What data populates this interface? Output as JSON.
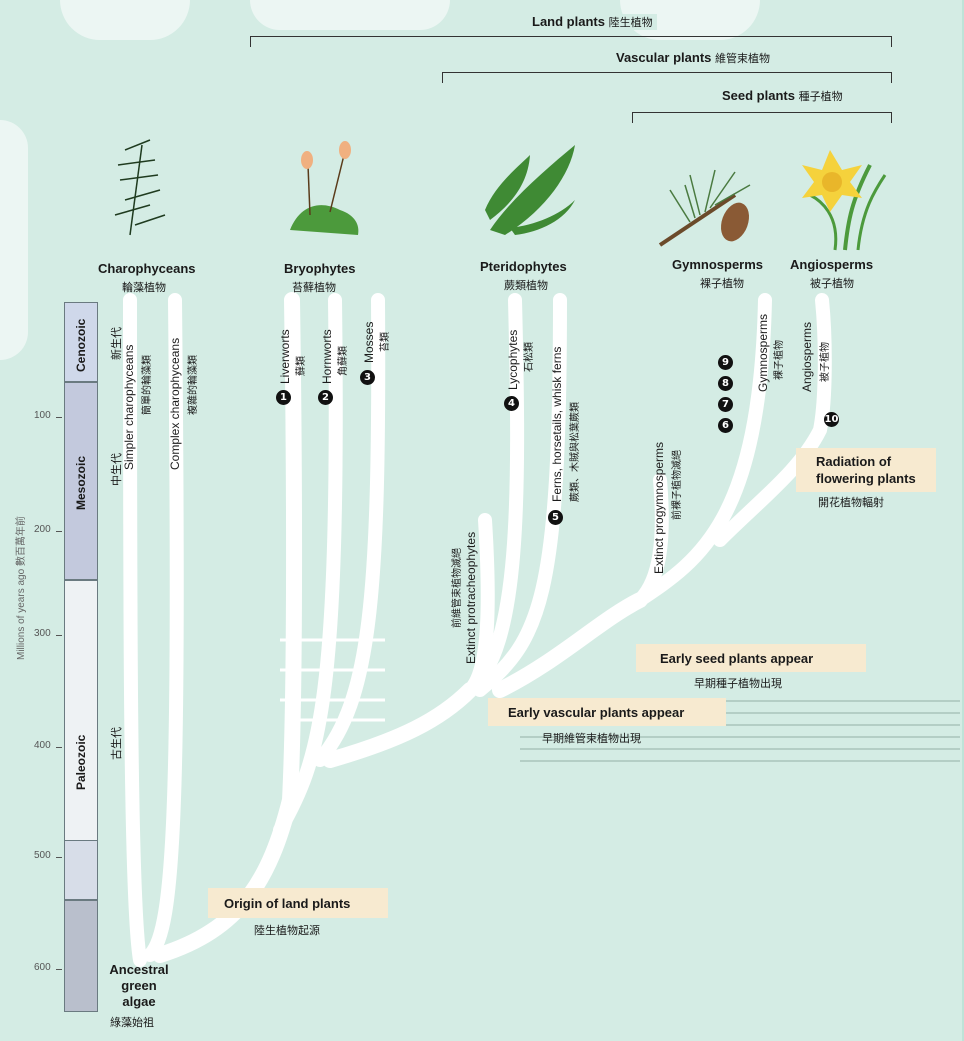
{
  "groups": {
    "land_plants": {
      "en": "Land plants",
      "zh": "陸生植物"
    },
    "vascular_plants": {
      "en": "Vascular plants",
      "zh": "維管束植物"
    },
    "seed_plants": {
      "en": "Seed plants",
      "zh": "種子植物"
    }
  },
  "taxa": {
    "charophyceans": {
      "en": "Charophyceans",
      "zh": "輪藻植物"
    },
    "bryophytes": {
      "en": "Bryophytes",
      "zh": "苔蘚植物"
    },
    "pteridophytes": {
      "en": "Pteridophytes",
      "zh": "蕨類植物"
    },
    "gymnosperms": {
      "en": "Gymnosperms",
      "zh": "裸子植物"
    },
    "angiosperms": {
      "en": "Angiosperms",
      "zh": "被子植物"
    }
  },
  "lineages": {
    "simpler_charophyceans": {
      "en": "Simpler charophyceans",
      "zh": "簡單的輪藻類"
    },
    "complex_charophyceans": {
      "en": "Complex charophyceans",
      "zh": "複雜的輪藻類"
    },
    "liverworts": {
      "num": "1",
      "en": "Liverworts",
      "zh": "蘚類"
    },
    "hornworts": {
      "num": "2",
      "en": "Hornworts",
      "zh": "角蘚類"
    },
    "mosses": {
      "num": "3",
      "en": "Mosses",
      "zh": "苔類"
    },
    "lycophytes": {
      "num": "4",
      "en": "Lycophytes",
      "zh": "石松類"
    },
    "ferns": {
      "num": "5",
      "en": "Ferns, horsetails, whisk ferns",
      "zh": "蕨類、木賊與松葉蕨類"
    },
    "extinct_protracheophytes": {
      "en": "Extinct protracheophytes",
      "zh": "前維管束植物滅絕"
    },
    "extinct_progymnosperms": {
      "en": "Extinct progymnosperms",
      "zh": "前裸子植物滅絕"
    },
    "gymnosperms_line": {
      "nums": [
        "6",
        "7",
        "8",
        "9"
      ],
      "en": "Gymnosperms",
      "zh": "裸子植物"
    },
    "angiosperms_line": {
      "num": "10",
      "en": "Angiosperms",
      "zh": "被子植物"
    }
  },
  "events": {
    "radiation": {
      "en_line1": "Radiation of",
      "en_line2": "flowering plants",
      "zh": "開花植物輻射"
    },
    "early_seed": {
      "en": "Early seed plants appear",
      "zh": "早期種子植物出現"
    },
    "early_vascular": {
      "en": "Early vascular plants appear",
      "zh": "早期維管束植物出現"
    },
    "origin_land": {
      "en": "Origin of land plants",
      "zh": "陸生植物起源"
    },
    "ancestral": {
      "en_line1": "Ancestral",
      "en_line2": "green",
      "en_line3": "algae",
      "zh": "綠藻始祖"
    }
  },
  "timescale": {
    "axis_label": "Millions of years ago 數百萬年前",
    "ticks": [
      "100",
      "200",
      "300",
      "400",
      "500",
      "600"
    ],
    "eras": [
      {
        "en": "Cenozoic",
        "zh": "新生代"
      },
      {
        "en": "Mesozoic",
        "zh": "中生代"
      },
      {
        "en": "Paleozoic",
        "zh": "古生代"
      }
    ]
  },
  "colors": {
    "background": "#c8e7dd",
    "branch": "#ffffff",
    "callout": "#f7ead0",
    "cenozoic": "#cfd8ea",
    "mesozoic": "#c3c9dd",
    "paleozoic_band": "#d7dde8"
  },
  "icons": [
    "charophycean-alga-icon",
    "bryophyte-sporophyte-icon",
    "fern-frond-icon",
    "pine-cone-branch-icon",
    "daffodil-flower-icon"
  ]
}
